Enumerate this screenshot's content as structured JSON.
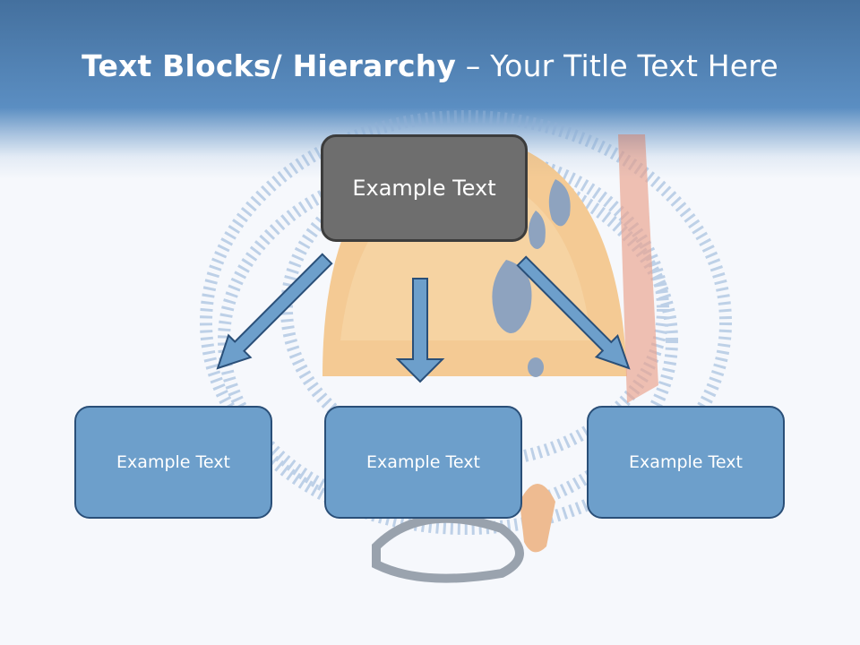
{
  "slide": {
    "title_bold": "Text Blocks/ Hierarchy",
    "title_separator": " – ",
    "title_regular": "Your Title Text Here"
  },
  "diagram": {
    "top_box": "Example Text",
    "children": [
      "Example Text",
      "Example Text",
      "Example Text"
    ]
  },
  "colors": {
    "header_band": "#5b8ec2",
    "top_box_fill": "#6e6e6e",
    "child_box_fill": "#6d9fcb",
    "child_box_border": "#2a4f78",
    "arrow_fill": "#6d9fcb",
    "arrow_border": "#2a4f78"
  },
  "icons": {
    "background_image": "climbing-helmet-rope-icon"
  }
}
